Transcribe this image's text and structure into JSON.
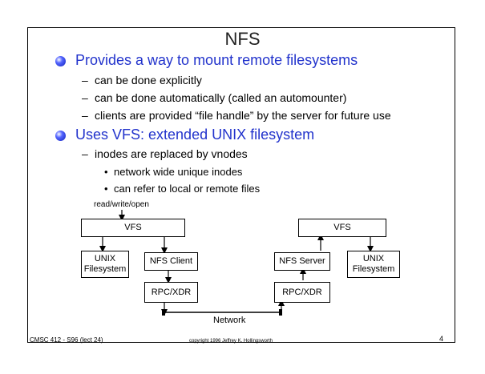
{
  "title": "NFS",
  "bullets": [
    {
      "text": "Provides a way to mount remote filesystems",
      "subitems": [
        "can be done explicitly",
        "can be done automatically (called an automounter)",
        "clients are provided “file handle” by the server for future use"
      ]
    },
    {
      "text": "Uses VFS: extended UNIX filesystem",
      "subitems": [
        "inodes are replaced by vnodes"
      ],
      "subsubitems": [
        "network wide unique inodes",
        "can refer to local or remote files"
      ]
    }
  ],
  "diagram": {
    "call_label": "read/write/open",
    "client_vfs": "VFS",
    "server_vfs": "VFS",
    "client_unix": "UNIX Filesystem",
    "nfs_client": "NFS Client",
    "nfs_server": "NFS Server",
    "server_unix": "UNIX Filesystem",
    "client_rpc": "RPC/XDR",
    "server_rpc": "RPC/XDR",
    "network": "Network"
  },
  "footer": {
    "course": "CMSC 412 - S96  (lect 24)",
    "copyright": "copyright 1996 Jeffrey K. Hollingsworth",
    "page": "4"
  }
}
